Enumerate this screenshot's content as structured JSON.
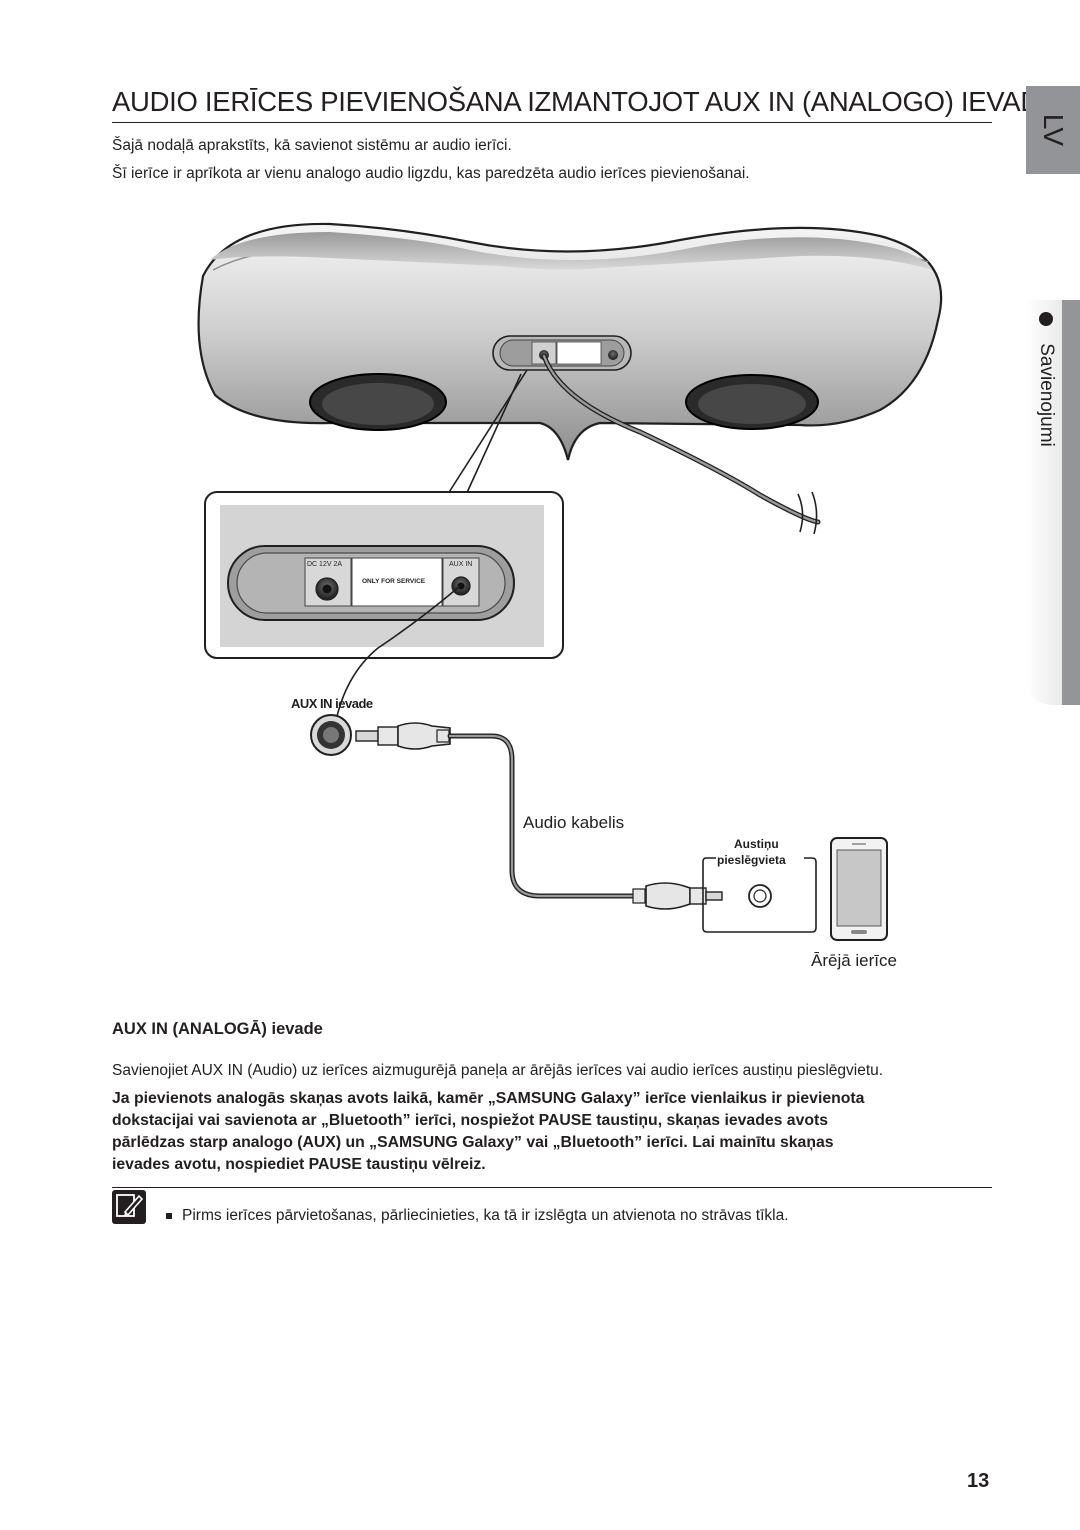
{
  "header": {
    "title": "AUDIO IERĪCES PIEVIENOŠANA IZMANTOJOT AUX IN (ANALOGO) IEVADI",
    "intro_1": "Šajā nodaļā aprakstīts, kā savienot sistēmu ar audio ierīci.",
    "intro_2": "Šī ierīce ir aprīkota ar vienu analogo audio ligzdu, kas paredzēta audio ierīces pievienošanai."
  },
  "side_tabs": {
    "language": "LV",
    "section": "Savienojumi"
  },
  "illustration": {
    "panel_dc": "DC 12V 2A",
    "panel_service": "ONLY FOR SERVICE",
    "panel_aux": "AUX IN",
    "aux_in_label": "AUX IN ievade",
    "cable_label": "Audio kabelis",
    "headphone_label_1": "Austiņu",
    "headphone_label_2": "pieslēgvieta",
    "external_device_label": "Ārējā ierīce"
  },
  "section": {
    "heading": "AUX IN (ANALOGĀ) ievade",
    "body": "Savienojiet AUX IN (Audio) uz ierīces aizmugurējā paneļa ar ārējās ierīces vai audio ierīces austiņu pieslēgvietu.",
    "bold_lines": [
      "Ja pievienots analogās skaņas avots laikā, kamēr „SAMSUNG Galaxy” ierīce vienlaikus ir pievienota",
      "dokstacijai vai savienota ar „Bluetooth” ierīci, nospiežot PAUSE taustiņu, skaņas ievades avots",
      "pārlēdzas starp analogo (AUX) un „SAMSUNG Galaxy” vai „Bluetooth” ierīci. Lai mainītu skaņas",
      "ievades avotu, nospiediet PAUSE taustiņu vēlreiz."
    ]
  },
  "note": {
    "icon": "note-pencil-icon",
    "text": "Pirms ierīces pārvietošanas, pārliecinieties, ka tā ir izslēgta un atvienota no strāvas tīkla."
  },
  "page_number": "13"
}
